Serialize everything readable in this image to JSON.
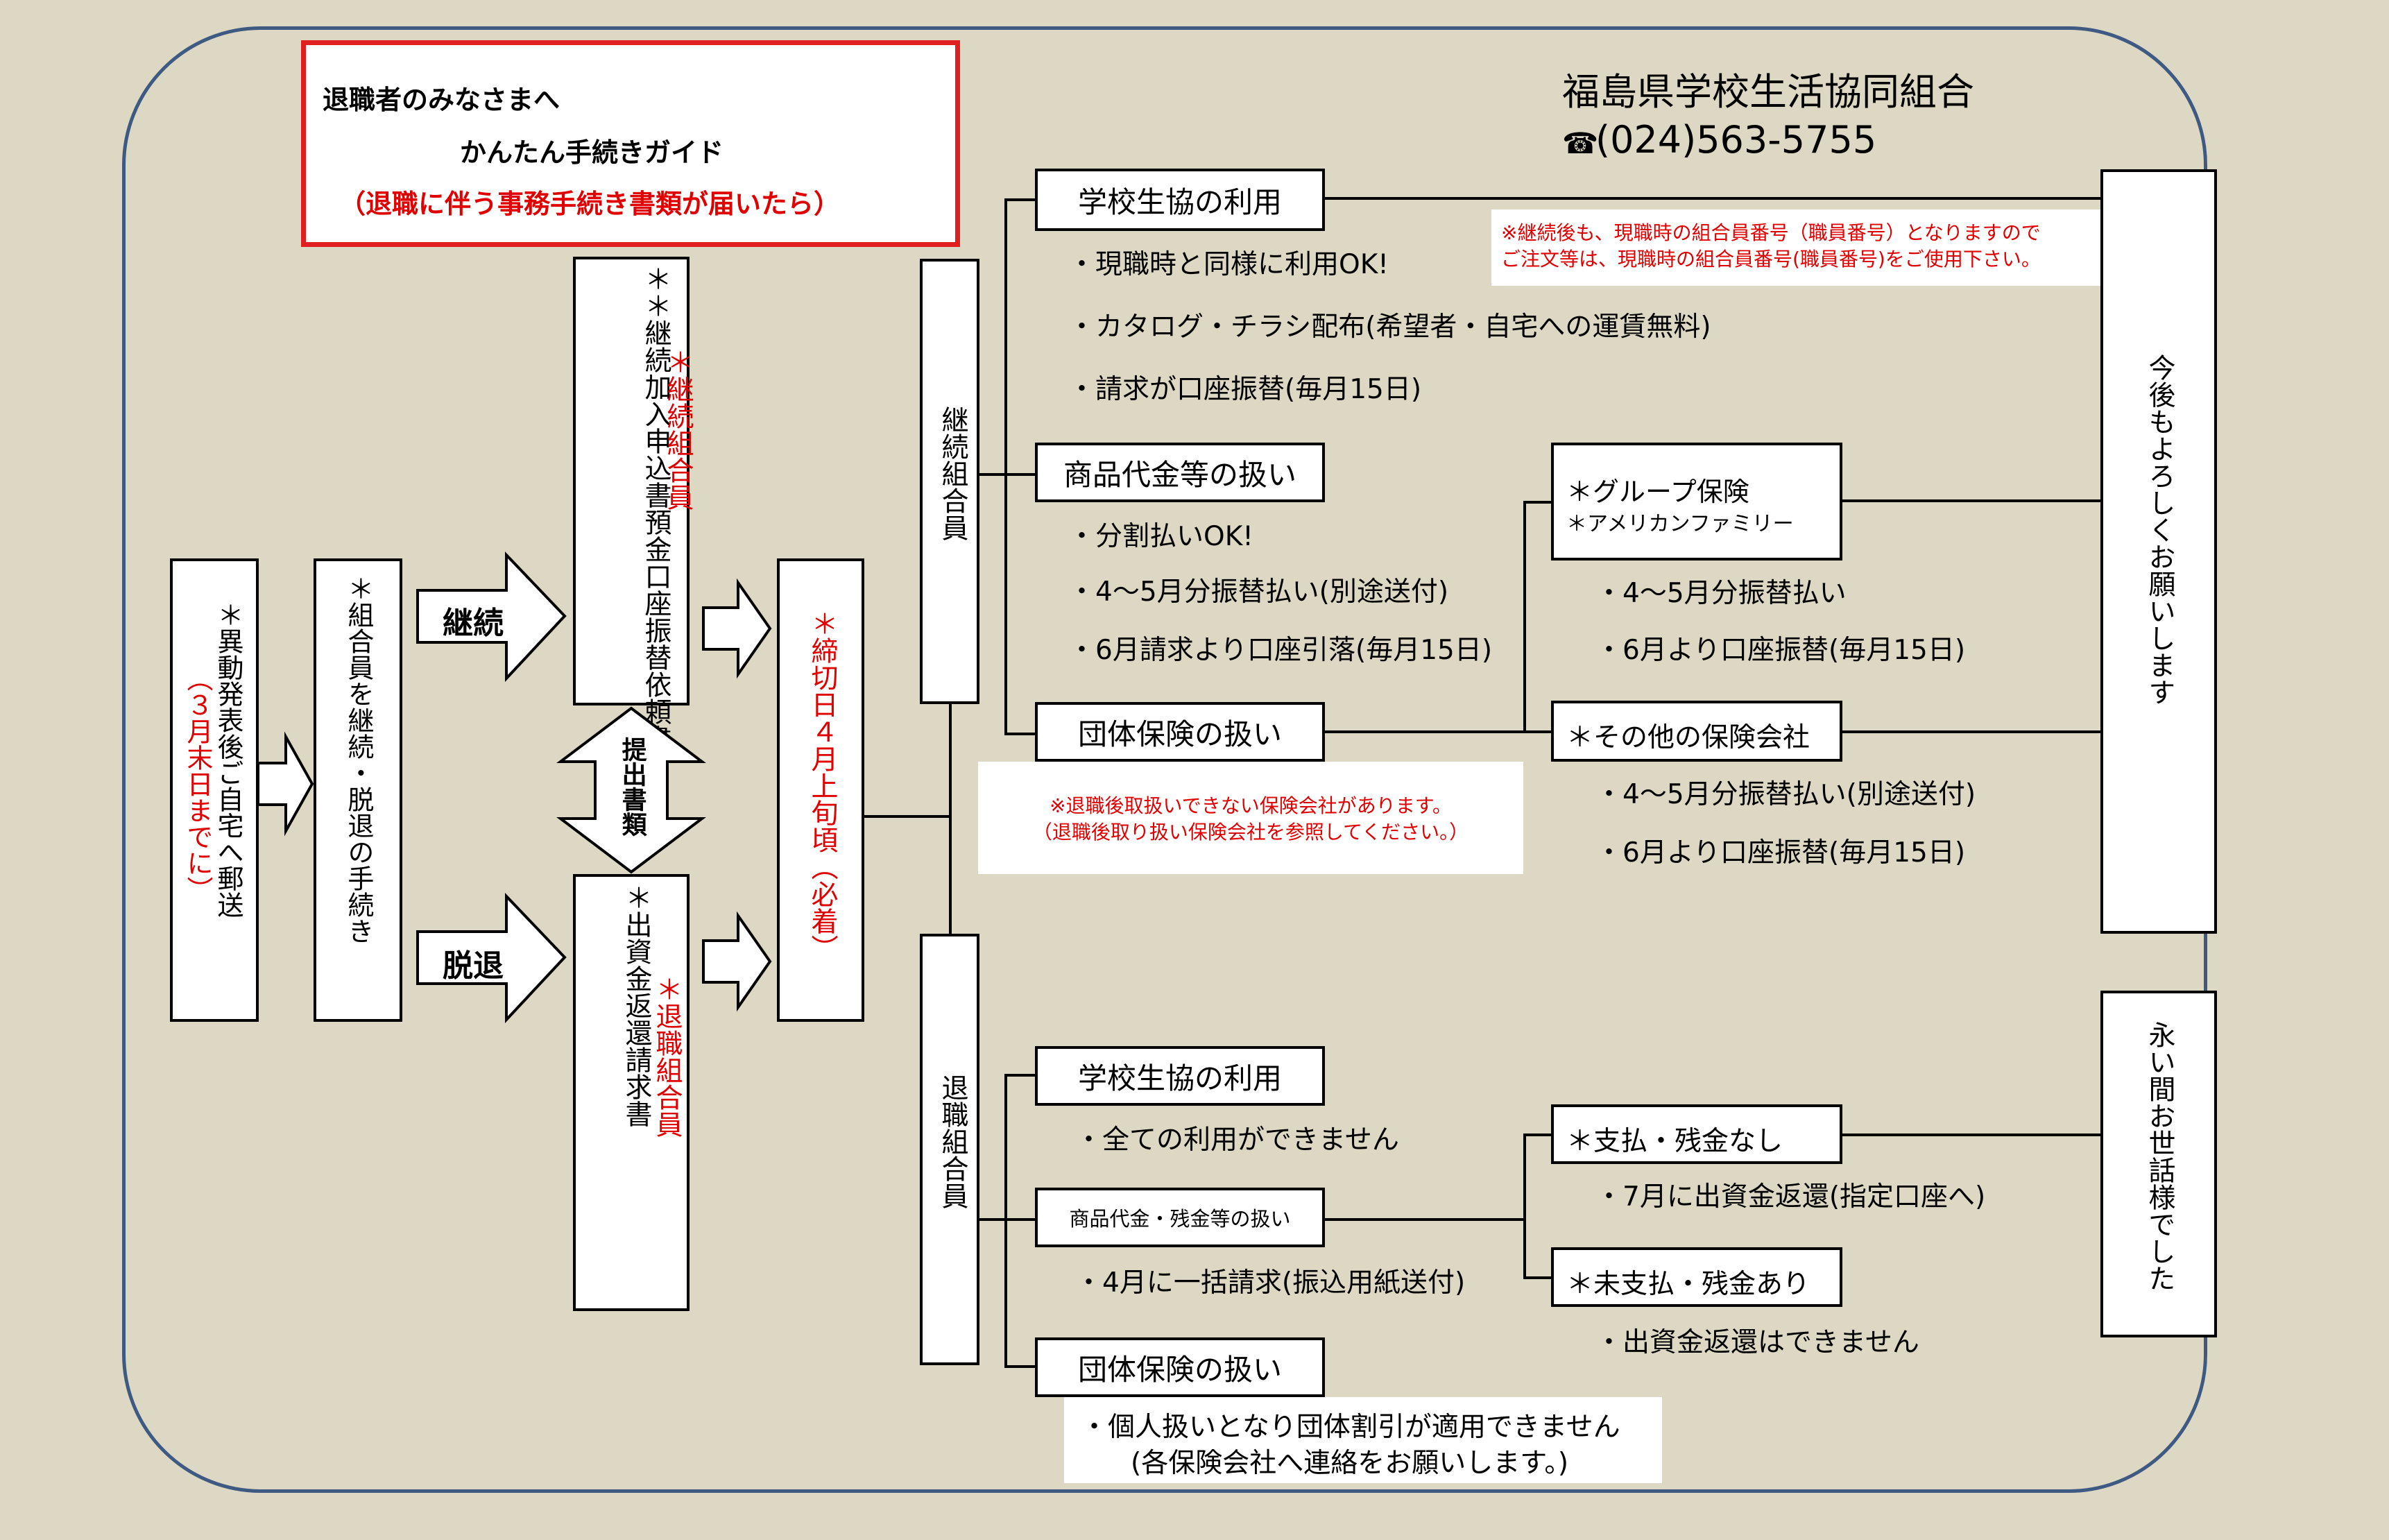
{
  "guide": {
    "line1": "退職者のみなさまへ",
    "line2": "かんたん手続きガイド",
    "line3": "（退職に伴う事務手続き書類が届いたら）"
  },
  "org": {
    "name": "福島県学校生活協同組合",
    "phone_icon": "telephone-icon",
    "phone": "(024)563-5755"
  },
  "flow": {
    "step1_main": "＊異動発表後ご自宅へ郵送",
    "step1_red": "（３月末日までに）",
    "step2": "＊組合員を継続・脱退の手続き",
    "label_continue": "継続",
    "label_leave": "脱退",
    "continue_docs": "＊＊継続加入申込書預金口座振替依頼書",
    "continue_red": "＊継続組合員",
    "submit_docs": "提出書類",
    "leave_docs": "＊出資金返還請求書",
    "leave_red": "＊退職組合員",
    "deadline": "＊締切日４月上旬頃（必着）"
  },
  "continuing": {
    "title": "継続組合員",
    "coop_use": {
      "title": "学校生協の利用",
      "items": [
        "・現職時と同様に利用OK!",
        "・カタログ・チラシ配布(希望者・自宅への運賃無料)",
        "・請求が口座振替(毎月15日)"
      ],
      "note1": "※継続後も、現職時の組合員番号（職員番号）となりますので",
      "note2": "ご注文等は、現職時の組合員番号(職員番号)をご使用下さい。"
    },
    "product_fee": {
      "title": "商品代金等の扱い",
      "items": [
        "・分割払いOK!",
        "・4～5月分振替払い(別途送付)",
        "・6月請求より口座引落(毎月15日)"
      ]
    },
    "group_ins": {
      "title": "団体保険の扱い",
      "note1": "※退職後取扱いできない保険会社があります。",
      "note2": "（退職後取り扱い保険会社を参照してください。）"
    },
    "group_insurance": {
      "title": "＊グループ保険",
      "sub": "＊アメリカンファミリー",
      "items": [
        "・4～5月分振替払い",
        "・6月より口座振替(毎月15日)"
      ]
    },
    "other_ins": {
      "title": "＊その他の保険会社",
      "items": [
        "・4～5月分振替払い(別途送付)",
        "・6月より口座振替(毎月15日)"
      ]
    },
    "closing": "今後もよろしくお願いします"
  },
  "retired": {
    "title": "退職組合員",
    "coop_use": {
      "title": "学校生協の利用",
      "item": "・全ての利用ができません"
    },
    "product_fee": {
      "title": "商品代金・残金等の扱い",
      "item": "・4月に一括請求(振込用紙送付)"
    },
    "group_ins": {
      "title": "団体保険の扱い",
      "item1": "・個人扱いとなり団体割引が適用できません",
      "item2": "(各保険会社へ連絡をお願いします。)"
    },
    "paid": {
      "title": "＊支払・残金なし",
      "item": "・7月に出資金返還(指定口座へ)"
    },
    "unpaid": {
      "title": "＊未支払・残金あり",
      "item": "・出資金返還はできません"
    },
    "closing": "永い間お世話様でした"
  }
}
